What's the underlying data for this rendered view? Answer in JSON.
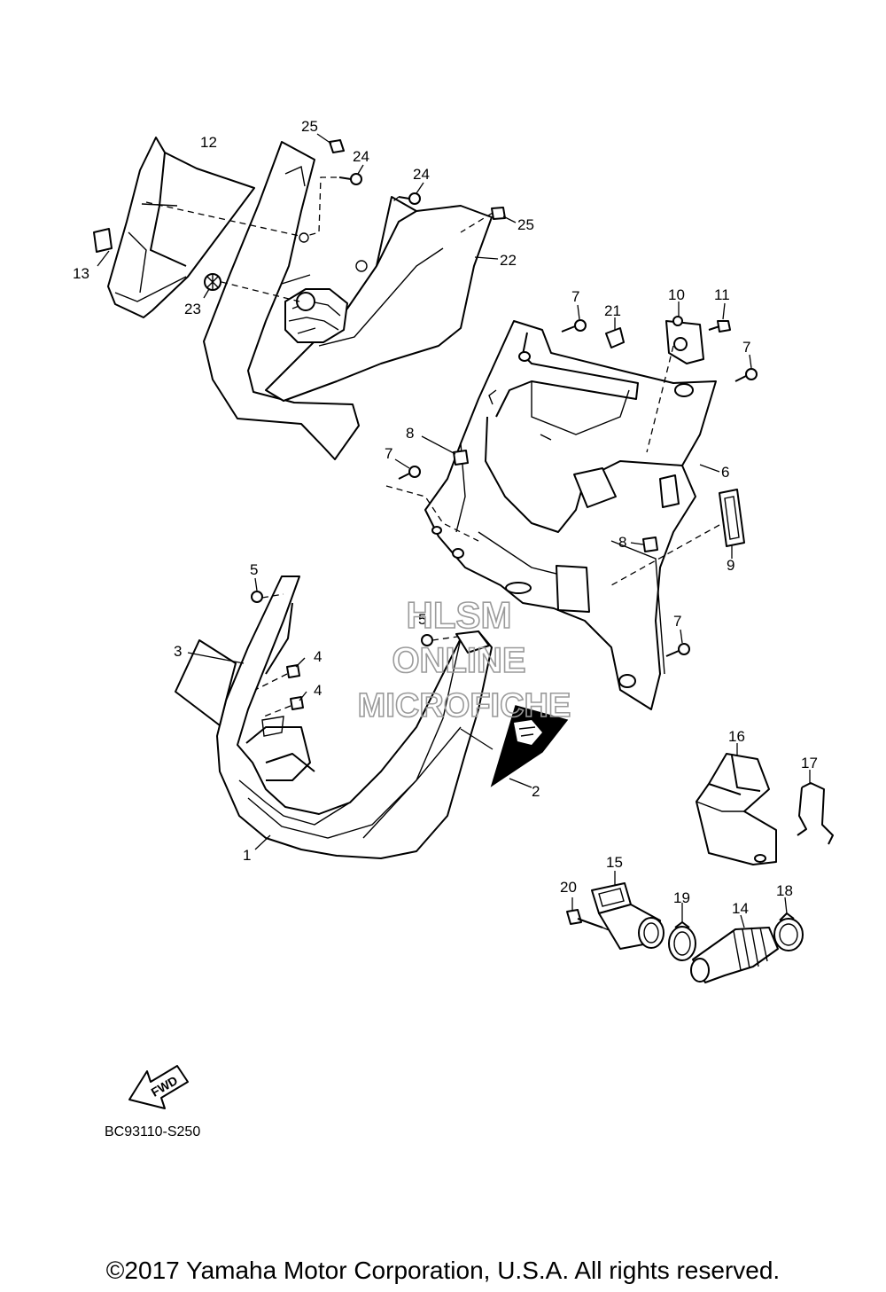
{
  "callouts": [
    {
      "id": "c1",
      "text": "1"
    },
    {
      "id": "c2",
      "text": "2"
    },
    {
      "id": "c3",
      "text": "3"
    },
    {
      "id": "c4a",
      "text": "4"
    },
    {
      "id": "c4b",
      "text": "4"
    },
    {
      "id": "c5a",
      "text": "5"
    },
    {
      "id": "c5b",
      "text": "5"
    },
    {
      "id": "c6",
      "text": "6"
    },
    {
      "id": "c7a",
      "text": "7"
    },
    {
      "id": "c7b",
      "text": "7"
    },
    {
      "id": "c7c",
      "text": "7"
    },
    {
      "id": "c7d",
      "text": "7"
    },
    {
      "id": "c8a",
      "text": "8"
    },
    {
      "id": "c8b",
      "text": "8"
    },
    {
      "id": "c9",
      "text": "9"
    },
    {
      "id": "c10",
      "text": "10"
    },
    {
      "id": "c11",
      "text": "11"
    },
    {
      "id": "c12",
      "text": "12"
    },
    {
      "id": "c13",
      "text": "13"
    },
    {
      "id": "c14",
      "text": "14"
    },
    {
      "id": "c15",
      "text": "15"
    },
    {
      "id": "c16",
      "text": "16"
    },
    {
      "id": "c17",
      "text": "17"
    },
    {
      "id": "c18",
      "text": "18"
    },
    {
      "id": "c19",
      "text": "19"
    },
    {
      "id": "c20",
      "text": "20"
    },
    {
      "id": "c21",
      "text": "21"
    },
    {
      "id": "c22",
      "text": "22"
    },
    {
      "id": "c23",
      "text": "23"
    },
    {
      "id": "c24a",
      "text": "24"
    },
    {
      "id": "c24b",
      "text": "24"
    },
    {
      "id": "c25a",
      "text": "25"
    },
    {
      "id": "c25b",
      "text": "25"
    }
  ],
  "watermark": {
    "line1": "HLSM",
    "line2": "ONLINE",
    "line3": "MICROFICHE",
    "color": "#9a9a9a"
  },
  "fwd_label": "FWD",
  "diagram_code": "BC93110-S250",
  "copyright": "©2017 Yamaha Motor Corporation, U.S.A. All rights reserved.",
  "colors": {
    "ink": "#000000",
    "paper": "#ffffff"
  }
}
